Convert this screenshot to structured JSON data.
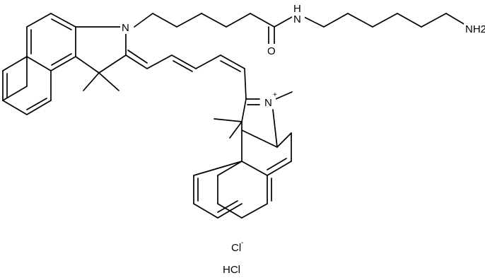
{
  "atoms": {
    "n_indoline": "N",
    "n_amide": "N",
    "h_amide": "H",
    "o_carbonyl": "O",
    "nh2_terminal": "NH2",
    "n_indolium": "N",
    "n_indolium_charge": "+",
    "chloride": "Cl",
    "chloride_charge": "-"
  },
  "counterion": {
    "chloride": "Cl",
    "hcl": "HCl"
  }
}
